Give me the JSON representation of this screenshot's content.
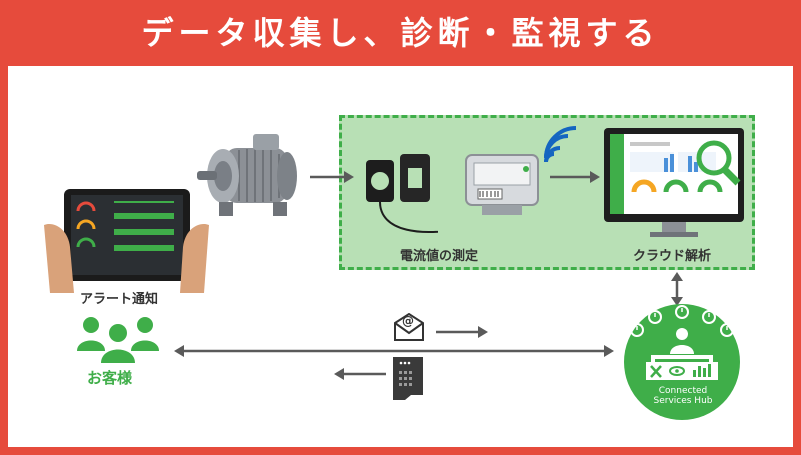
{
  "title": "データ収集し、診断・監視する",
  "labels": {
    "alert": "アラート通知",
    "measurement": "電流値の測定",
    "cloud": "クラウド解析",
    "customer": "お客様"
  },
  "hub": {
    "line1": "Connected",
    "line2": "Services Hub"
  },
  "email_symbol": "@",
  "colors": {
    "accent_red": "#e64b3c",
    "brand_green": "#3fae49",
    "zone_green": "#b8e0b5",
    "arrow_gray": "#5a5a5a"
  },
  "icons": [
    "motor-icon",
    "tablet-icon",
    "current-clamp-icon",
    "sensor-device-icon",
    "wifi-icon",
    "monitor-icon",
    "people-icon",
    "email-icon",
    "fax-icon",
    "clock-icon",
    "person-desk-icon"
  ]
}
